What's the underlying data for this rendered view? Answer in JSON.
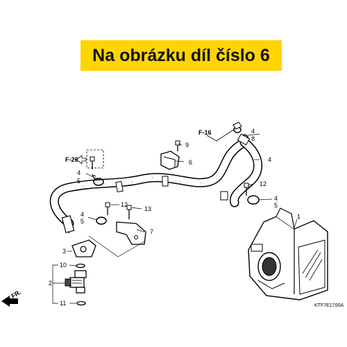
{
  "banner": {
    "text": "Na obrázku díl číslo 6",
    "color": "#ffd400"
  },
  "refs": {
    "f26": "F-26",
    "f16": "F-16",
    "fr": "FR."
  },
  "callouts": {
    "c1": "1",
    "c2": "2",
    "c3": "3",
    "c4a": "4",
    "c5a": "5",
    "c4b": "4",
    "c8": "8",
    "c4c": "4",
    "c4d": "4",
    "c5d": "5",
    "c4e": "4",
    "c5e": "5",
    "c6": "6",
    "c7": "7",
    "c9": "9",
    "c10": "10",
    "c11": "11",
    "c12a": "12",
    "c12b": "12",
    "c13": "13"
  },
  "diagram_code": "KTF7E1700A"
}
